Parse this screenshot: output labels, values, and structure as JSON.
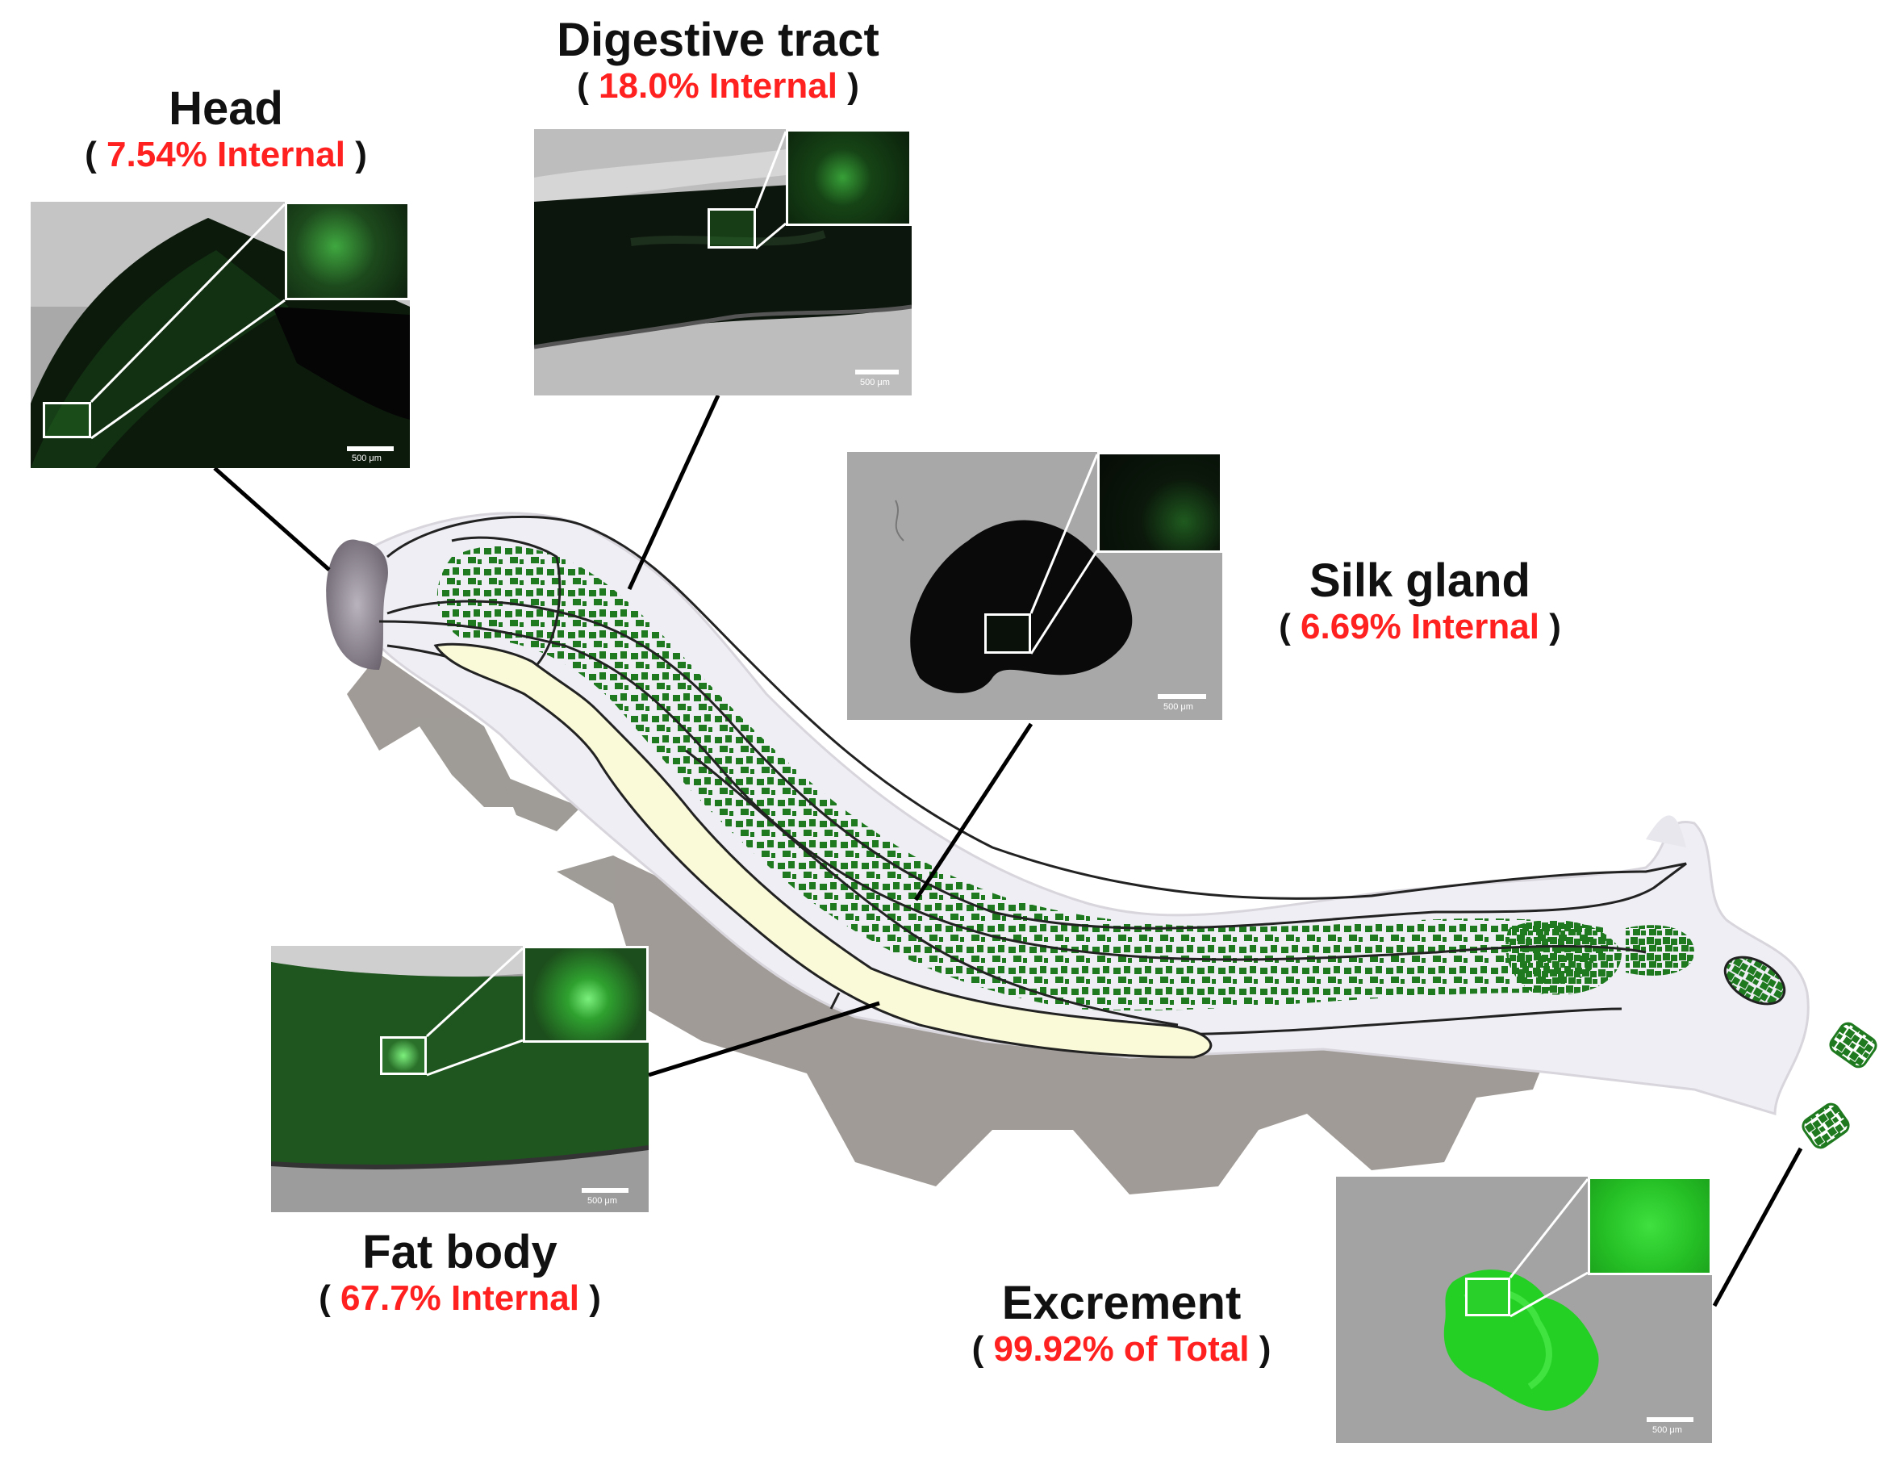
{
  "labels": {
    "head": {
      "name": "Head",
      "open": "(",
      "value": "7.54% Internal",
      "close": ")"
    },
    "digestive": {
      "name": "Digestive tract",
      "open": "(",
      "value": "18.0% Internal",
      "close": ")"
    },
    "silk": {
      "name": "Silk gland",
      "open": "(",
      "value": "6.69% Internal",
      "close": ")"
    },
    "fat": {
      "name": "Fat body",
      "open": "(",
      "value": "67.7% Internal",
      "close": ")"
    },
    "excrement": {
      "name": "Excrement",
      "open": "(",
      "value": "99.92% of Total",
      "close": ")"
    }
  },
  "scale_bar_text": "500 μm",
  "colors": {
    "highlight": "#ff2020",
    "fluorescence": "#2ecc40",
    "tissue_green": "#1f7a1f",
    "gut_fill": "#fafad8",
    "micrograph_gray": "#a9a9a9"
  }
}
